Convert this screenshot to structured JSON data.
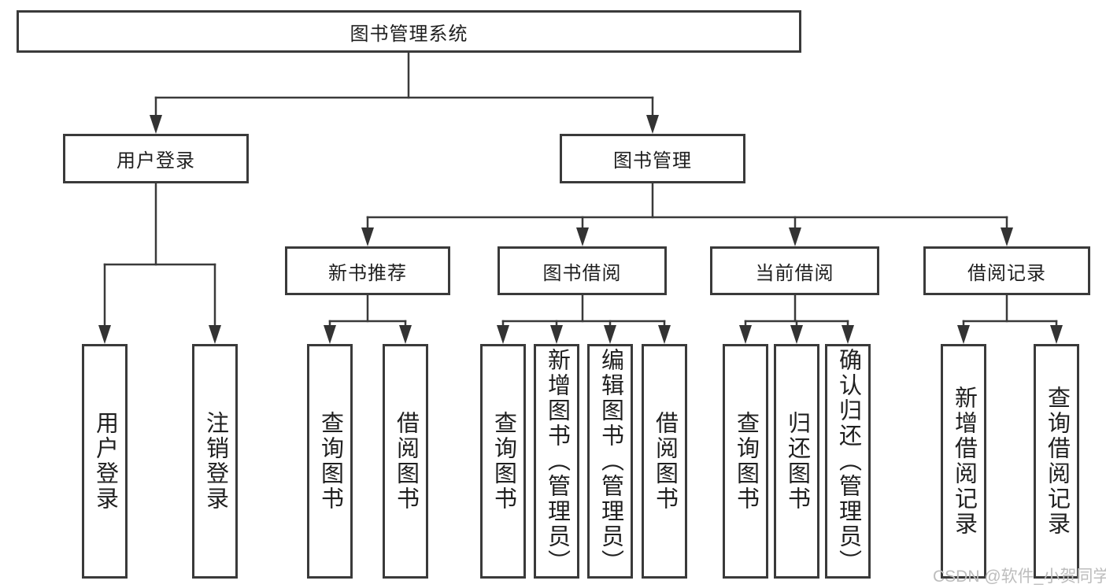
{
  "tree": {
    "label": "图书管理系统",
    "children": [
      {
        "label": "用户登录",
        "children": [
          {
            "label": "用户登录"
          },
          {
            "label": "注销登录"
          }
        ]
      },
      {
        "label": "图书管理",
        "children": [
          {
            "label": "新书推荐",
            "children": [
              {
                "label": "查询图书"
              },
              {
                "label": "借阅图书"
              }
            ]
          },
          {
            "label": "图书借阅",
            "children": [
              {
                "label": "查询图书"
              },
              {
                "label": "新增图书（管理员）"
              },
              {
                "label": "编辑图书（管理员）"
              },
              {
                "label": "借阅图书"
              }
            ]
          },
          {
            "label": "当前借阅",
            "children": [
              {
                "label": "查询图书"
              },
              {
                "label": "归还图书"
              },
              {
                "label": "确认归还（管理员）"
              }
            ]
          },
          {
            "label": "借阅记录",
            "children": [
              {
                "label": "新增借阅记录"
              },
              {
                "label": "查询借阅记录"
              }
            ]
          }
        ]
      }
    ]
  },
  "watermark": {
    "text": "CSDN @软件_小贺同学"
  },
  "colors": {
    "line": "#3a3a3a",
    "border": "#3a3a3a",
    "text": "#1f1f1f",
    "watermark": "#bdbdbd",
    "background": "#ffffff"
  }
}
